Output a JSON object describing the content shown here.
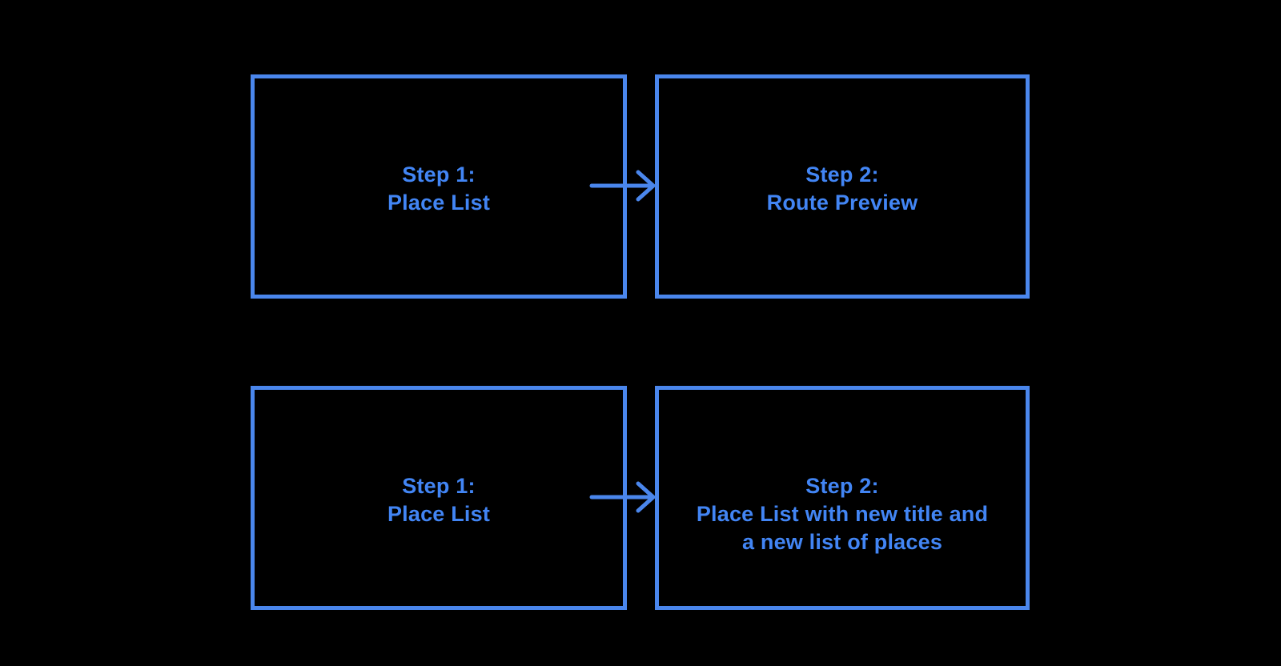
{
  "canvas": {
    "background": "#000000"
  },
  "colors": {
    "bg": "#000000",
    "border": "#4a86ec",
    "text": "#4285f4",
    "arrow": "#4a86ec"
  },
  "flow": {
    "rows": [
      {
        "source": {
          "lines": [
            "Step 1:",
            "Place List"
          ]
        },
        "connector": "arrow-right",
        "target": {
          "lines": [
            "Step 2:",
            "Route Preview"
          ]
        }
      },
      {
        "source": {
          "lines": [
            "Step 1:",
            "Place List"
          ]
        },
        "connector": "arrow-right",
        "target": {
          "lines": [
            "Step 2:",
            "Place List with new title and",
            "a new list of places"
          ]
        }
      }
    ]
  }
}
